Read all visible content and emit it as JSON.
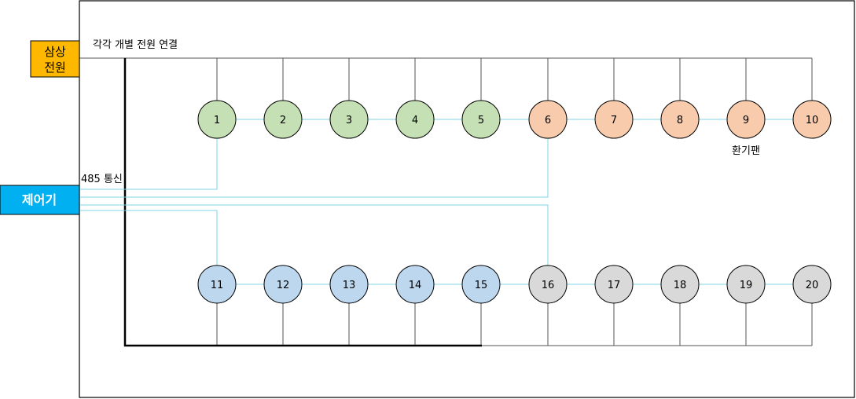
{
  "power_source": {
    "label_line1": "삼상",
    "label_line2": "전원",
    "color": "#FFB800"
  },
  "controller": {
    "label": "제어기",
    "color": "#00B0F0"
  },
  "power_note": "각각 개별 전원 연결",
  "comm_note": "485 통신",
  "fan_label": "환기팬",
  "comm_line_color": "#7FD4E8",
  "power_line_color": "#555555",
  "fans": [
    {
      "id": "1",
      "group": "g1"
    },
    {
      "id": "2",
      "group": "g1"
    },
    {
      "id": "3",
      "group": "g1"
    },
    {
      "id": "4",
      "group": "g1"
    },
    {
      "id": "5",
      "group": "g1"
    },
    {
      "id": "6",
      "group": "g2"
    },
    {
      "id": "7",
      "group": "g2"
    },
    {
      "id": "8",
      "group": "g2"
    },
    {
      "id": "9",
      "group": "g2"
    },
    {
      "id": "10",
      "group": "g2"
    },
    {
      "id": "11",
      "group": "g3"
    },
    {
      "id": "12",
      "group": "g3"
    },
    {
      "id": "13",
      "group": "g3"
    },
    {
      "id": "14",
      "group": "g3"
    },
    {
      "id": "15",
      "group": "g3"
    },
    {
      "id": "16",
      "group": "g4"
    },
    {
      "id": "17",
      "group": "g4"
    },
    {
      "id": "18",
      "group": "g4"
    },
    {
      "id": "19",
      "group": "g4"
    },
    {
      "id": "20",
      "group": "g4"
    }
  ],
  "group_colors": {
    "g1": "#C5E0B4",
    "g2": "#F8CBAD",
    "g3": "#BDD7EE",
    "g4": "#D9D9D9"
  }
}
